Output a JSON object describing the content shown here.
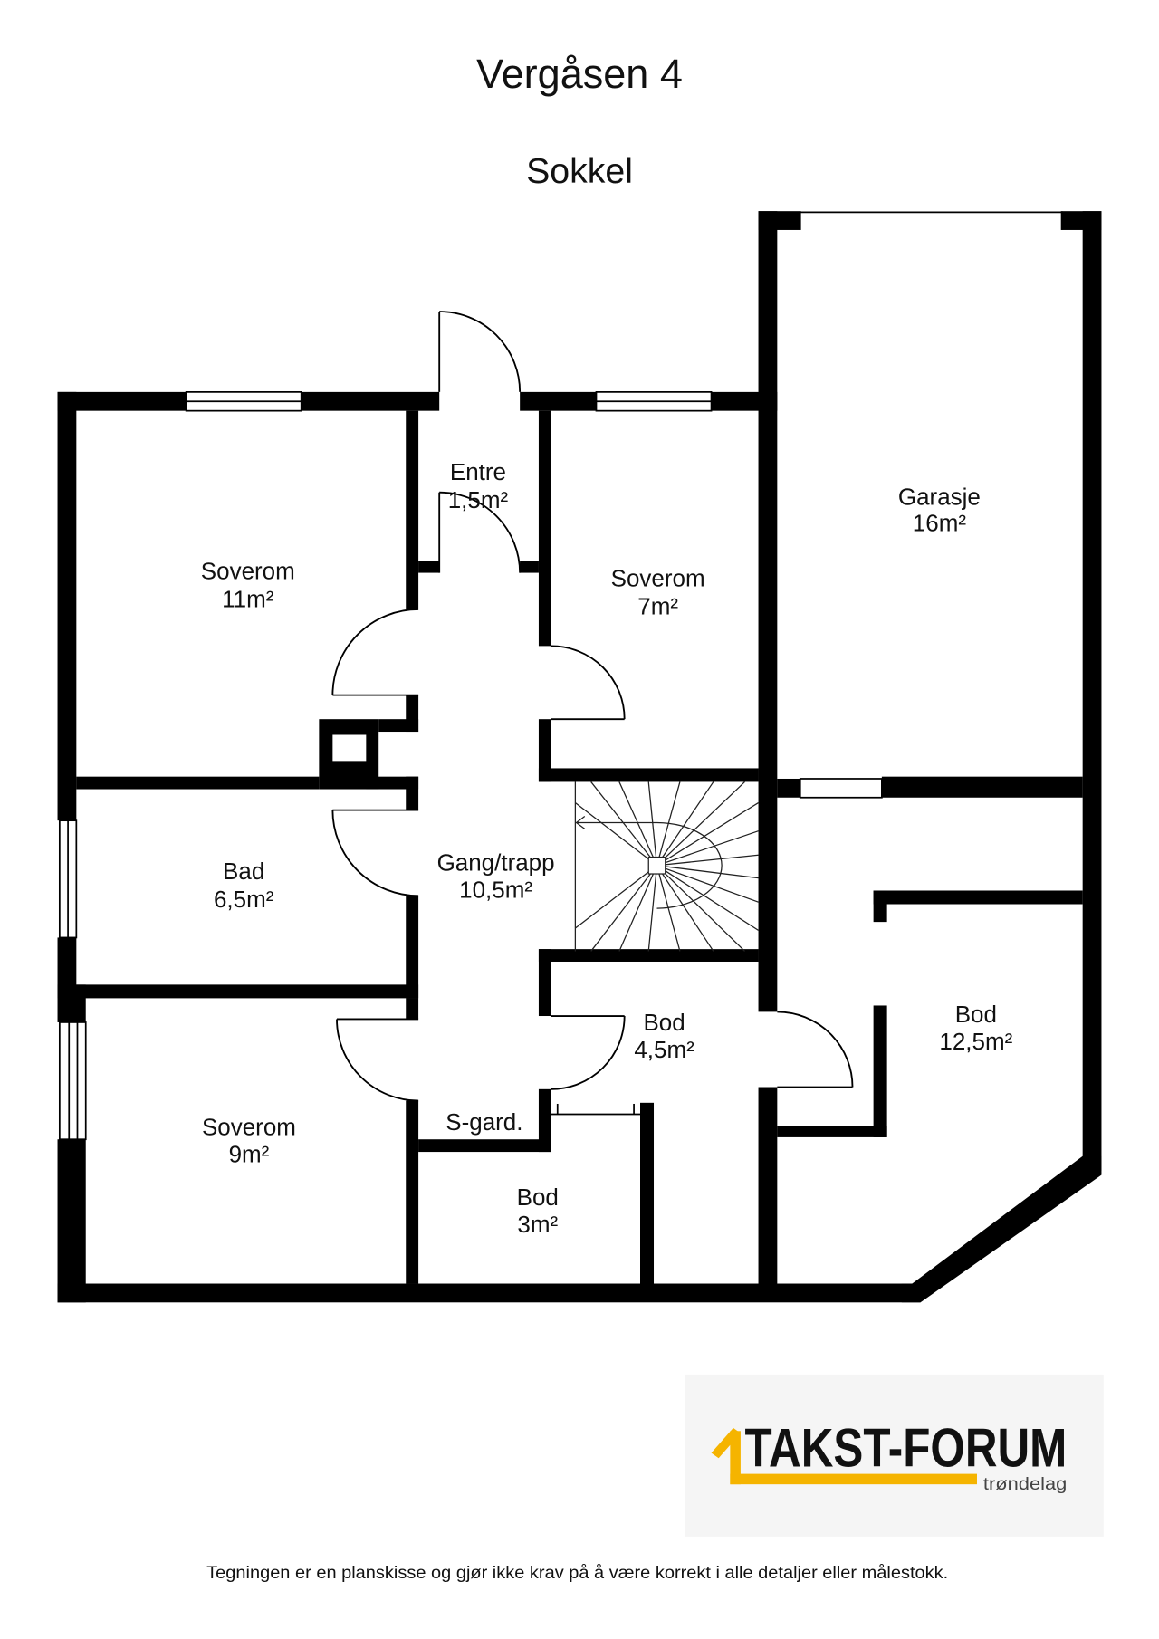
{
  "header": {
    "title": "Vergåsen 4",
    "subtitle": "Sokkel"
  },
  "rooms": {
    "entre": {
      "name": "Entre",
      "area": "1,5m²"
    },
    "soverom_11": {
      "name": "Soverom",
      "area": "11m²"
    },
    "soverom_7": {
      "name": "Soverom",
      "area": "7m²"
    },
    "garasje": {
      "name": "Garasje",
      "area": "16m²"
    },
    "gang_trapp": {
      "name": "Gang/trapp",
      "area": "10,5m²"
    },
    "bad": {
      "name": "Bad",
      "area": "6,5m²"
    },
    "bod_4_5": {
      "name": "Bod",
      "area": "4,5m²"
    },
    "bod_12_5": {
      "name": "Bod",
      "area": "12,5m²"
    },
    "soverom_9": {
      "name": "Soverom",
      "area": "9m²"
    },
    "s_gard": {
      "name": "S-gard."
    },
    "bod_3": {
      "name": "Bod",
      "area": "3m²"
    }
  },
  "logo": {
    "brand": "TAKST-FORUM",
    "region": "trøndelag"
  },
  "footer": {
    "disclaimer": "Tegningen er en planskisse og gjør ikke krav på å være korrekt i alle detaljer eller målestokk."
  },
  "colors": {
    "walls": "#000000",
    "logo_accent": "#f5b400",
    "logo_box": "#f5f5f5",
    "background": "#ffffff"
  }
}
